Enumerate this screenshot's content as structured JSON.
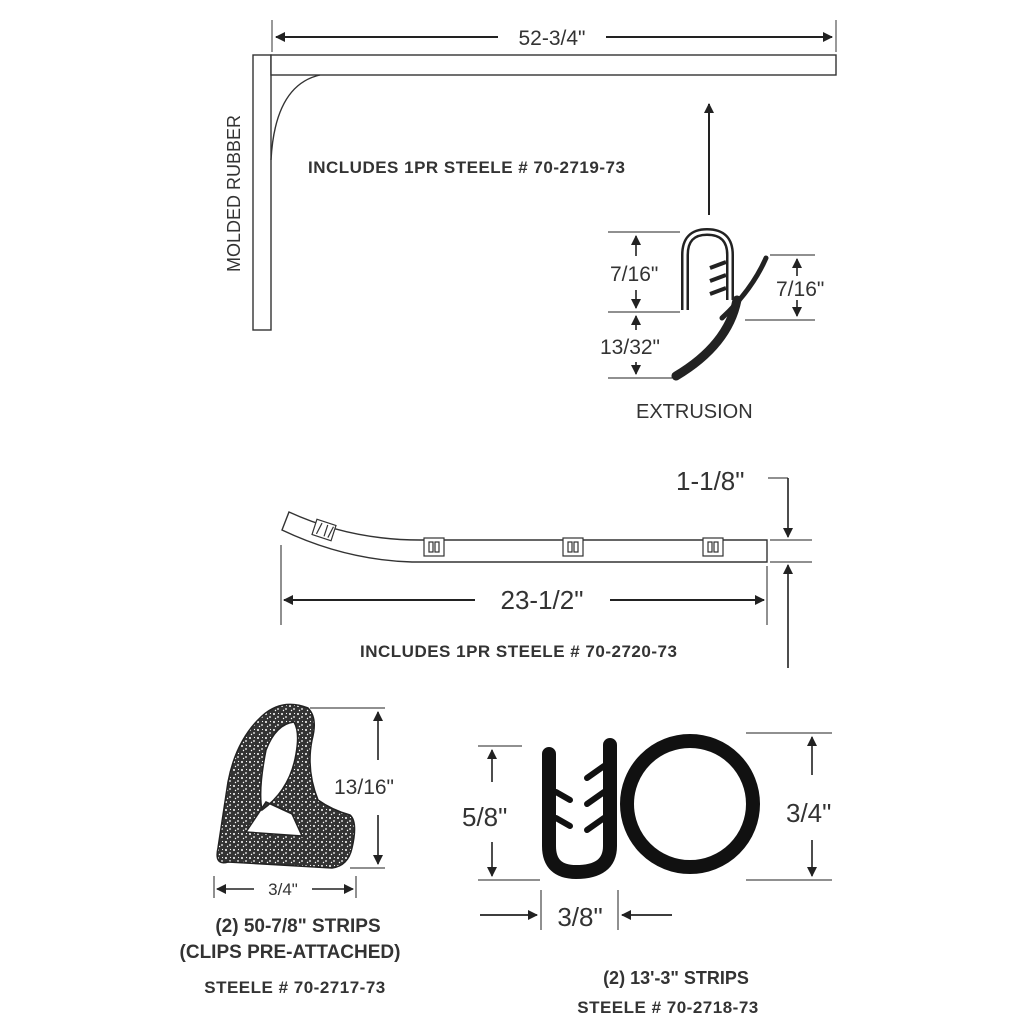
{
  "top_assembly": {
    "length": "52-3/4\"",
    "side_label": "MOLDED RUBBER",
    "includes": "INCLUDES 1PR STEELE # 70-2719-73",
    "extrusion": {
      "height_upper": "7/16\"",
      "height_right": "7/16\"",
      "height_lower": "13/32\"",
      "label": "EXTRUSION"
    }
  },
  "middle_assembly": {
    "thickness": "1-1/8\"",
    "length": "23-1/2\"",
    "includes": "INCLUDES 1PR STEELE # 70-2720-73"
  },
  "left_profile": {
    "height": "13/16\"",
    "width": "3/4\"",
    "caption_line1": "(2)  50-7/8\"  STRIPS",
    "caption_line2": "(CLIPS  PRE-ATTACHED)",
    "part": "STEELE # 70-2717-73"
  },
  "right_profile": {
    "height_left": "5/8\"",
    "height_right": "3/4\"",
    "width": "3/8\"",
    "caption": "(2)  13'-3\"  STRIPS",
    "part": "STEELE # 70-2718-73"
  }
}
